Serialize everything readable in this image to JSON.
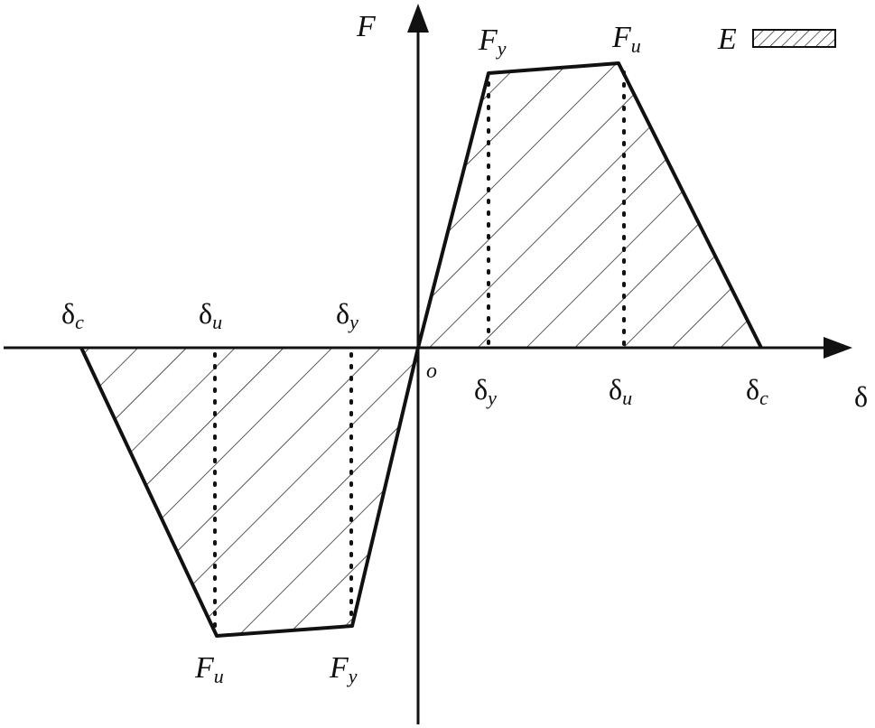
{
  "labels": {
    "f_axis": "F",
    "delta_axis": "δ",
    "origin": "o",
    "legend": "E",
    "pos_fy": {
      "main": "F",
      "sub": "y"
    },
    "pos_fu": {
      "main": "F",
      "sub": "u"
    },
    "neg_fy": {
      "main": "F",
      "sub": "y"
    },
    "neg_fu": {
      "main": "F",
      "sub": "u"
    },
    "pos_dy": {
      "main": "δ",
      "sub": "y"
    },
    "pos_du": {
      "main": "δ",
      "sub": "u"
    },
    "pos_dc": {
      "main": "δ",
      "sub": "c"
    },
    "neg_dy": {
      "main": "δ",
      "sub": "y"
    },
    "neg_du": {
      "main": "δ",
      "sub": "u"
    },
    "neg_dc": {
      "main": "δ",
      "sub": "c"
    }
  },
  "colors": {
    "stroke": "#111111",
    "background": "#ffffff"
  }
}
